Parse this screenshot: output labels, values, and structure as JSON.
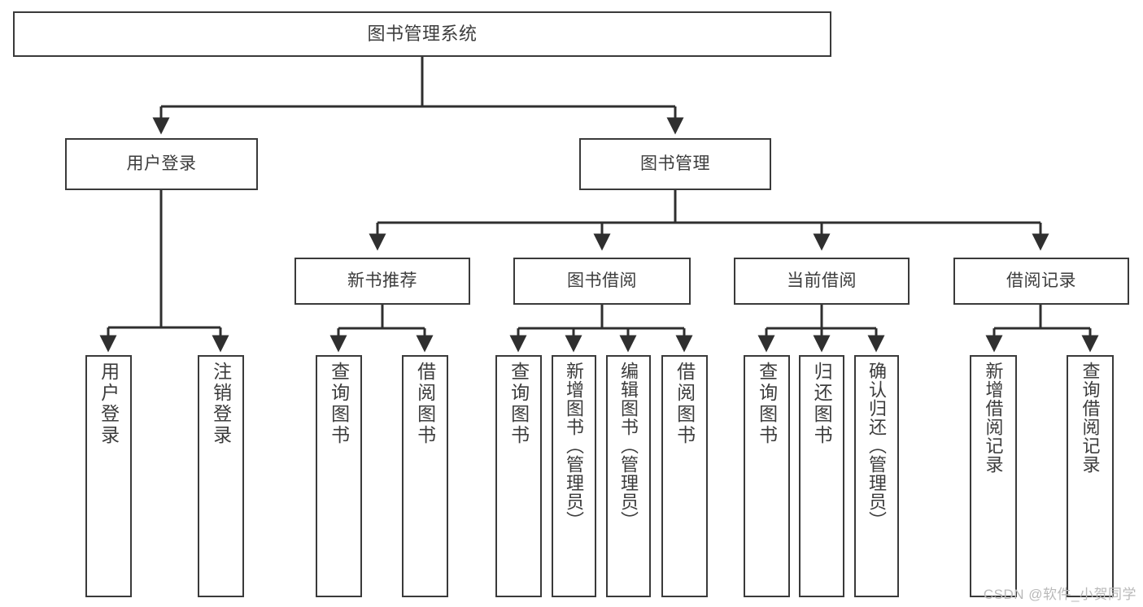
{
  "diagram": {
    "title": "图书管理系统",
    "type": "tree-hierarchy-chart",
    "watermark": "CSDN @软件_小贺同学",
    "colors": {
      "box_border": "#3a3a3a",
      "box_fill": "#ffffff",
      "text": "#3c3c3c",
      "edge": "#2f2f2f",
      "watermark": "#b9b9b9"
    },
    "nodes": {
      "root": {
        "label": "图书管理系统"
      },
      "level2": [
        {
          "label": "用户登录"
        },
        {
          "label": "图书管理"
        }
      ],
      "level3": [
        {
          "label": "新书推荐"
        },
        {
          "label": "图书借阅"
        },
        {
          "label": "当前借阅"
        },
        {
          "label": "借阅记录"
        }
      ],
      "leaves": [
        {
          "label": "用户登录",
          "parent": "用户登录"
        },
        {
          "label": "注销登录",
          "parent": "用户登录"
        },
        {
          "label": "查询图书",
          "parent": "新书推荐"
        },
        {
          "label": "借阅图书",
          "parent": "新书推荐"
        },
        {
          "label": "查询图书",
          "parent": "图书借阅"
        },
        {
          "label": "新增图书（管理员）",
          "parent": "图书借阅"
        },
        {
          "label": "编辑图书（管理员）",
          "parent": "图书借阅"
        },
        {
          "label": "借阅图书",
          "parent": "图书借阅"
        },
        {
          "label": "查询图书",
          "parent": "当前借阅"
        },
        {
          "label": "归还图书",
          "parent": "当前借阅"
        },
        {
          "label": "确认归还（管理员）",
          "parent": "当前借阅"
        },
        {
          "label": "新增借阅记录",
          "parent": "借阅记录"
        },
        {
          "label": "查询借阅记录",
          "parent": "借阅记录"
        }
      ]
    }
  }
}
